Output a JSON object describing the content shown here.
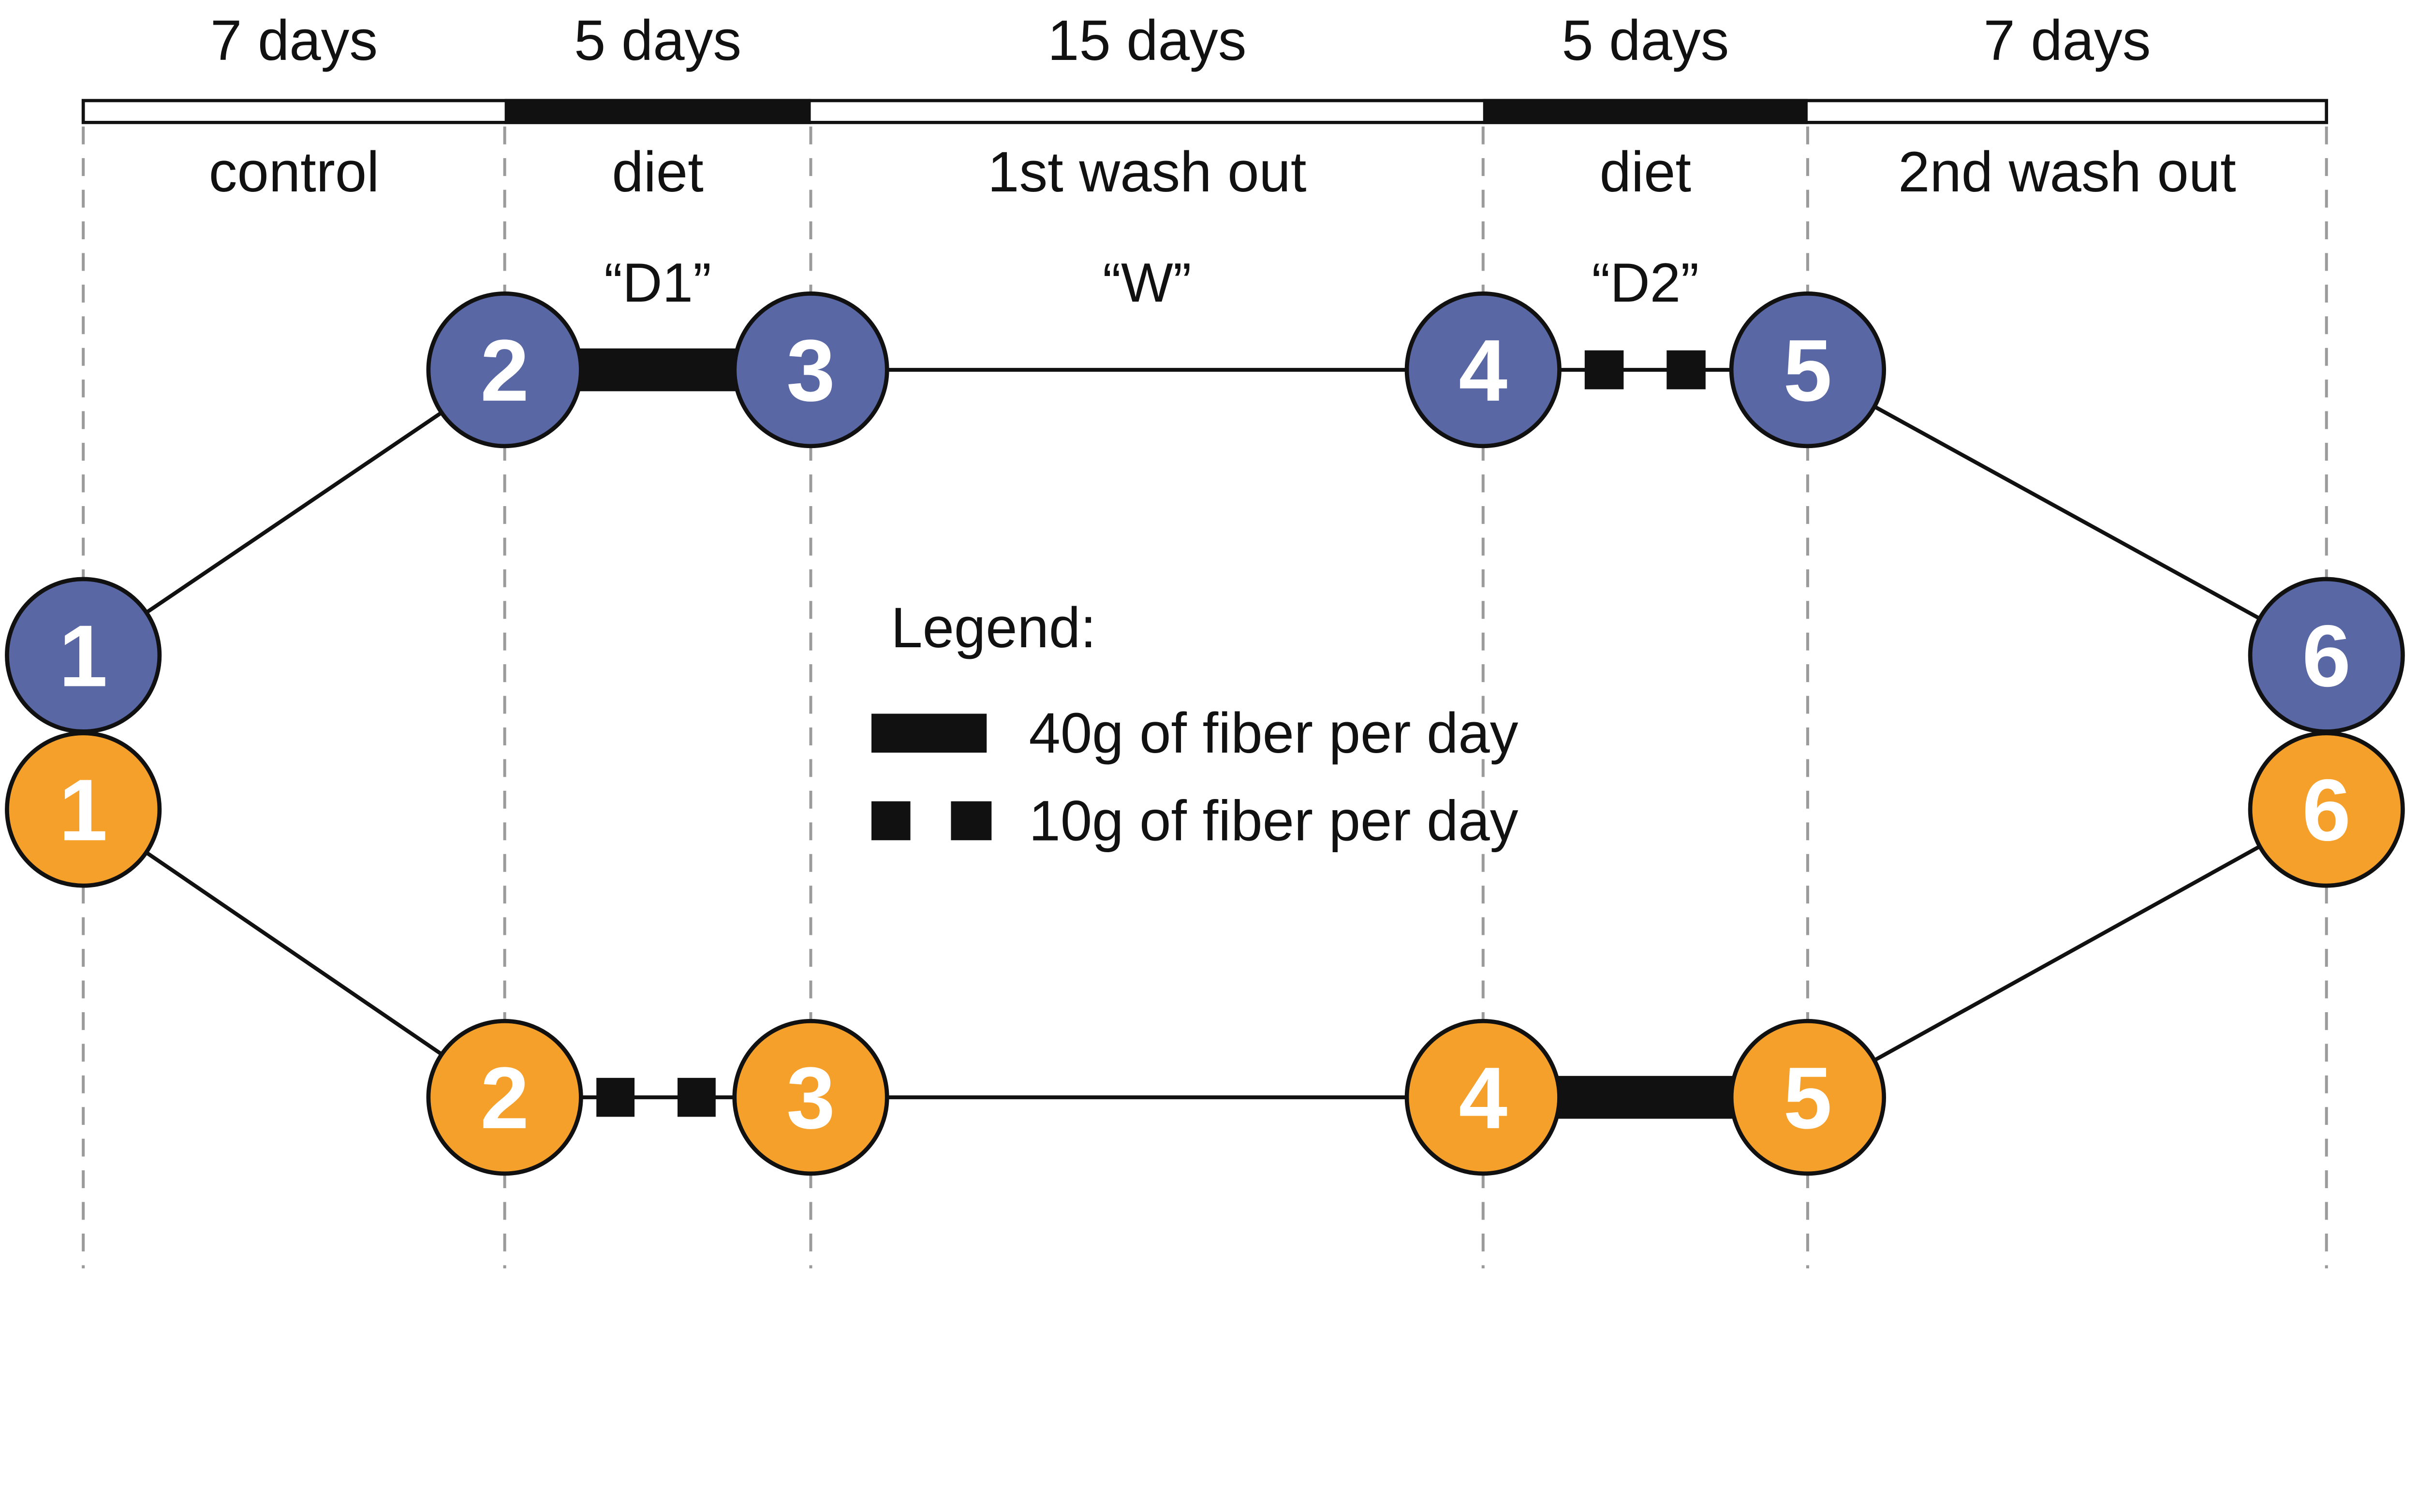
{
  "palette": {
    "blue_arm": "#5a67a5",
    "orange_arm": "#f5a02b",
    "line_black": "#111111",
    "divider_gray": "#9b9b9b"
  },
  "timeline": {
    "segments": [
      {
        "duration": "7 days",
        "phase": "control"
      },
      {
        "duration": "5 days",
        "phase": "diet",
        "code": "“D1”"
      },
      {
        "duration": "15 days",
        "phase": "1st wash out",
        "code": "“W”"
      },
      {
        "duration": "5 days",
        "phase": "diet",
        "code": "“D2”"
      },
      {
        "duration": "7 days",
        "phase": "2nd wash out"
      }
    ]
  },
  "arms": {
    "blue": {
      "nodes": [
        "1",
        "2",
        "3",
        "4",
        "5",
        "6"
      ]
    },
    "orange": {
      "nodes": [
        "1",
        "2",
        "3",
        "4",
        "5",
        "6"
      ]
    }
  },
  "legend": {
    "title": "Legend:",
    "items": [
      {
        "symbol": "solid-bar",
        "label": "40g of fiber per day"
      },
      {
        "symbol": "two-squares",
        "label": "10g of fiber per day"
      }
    ]
  }
}
